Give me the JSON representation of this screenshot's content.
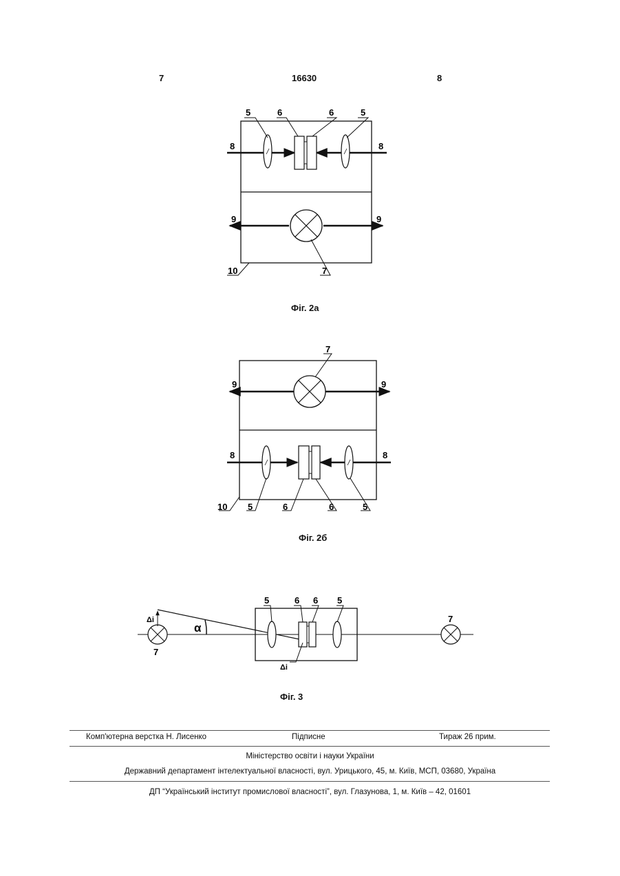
{
  "header": {
    "left_page": "7",
    "patent_number": "16630",
    "right_page": "8"
  },
  "figures": {
    "fig2a": {
      "caption": "Фіг. 2а",
      "labels": {
        "lens_left": "5",
        "plate_left": "6",
        "plate_right": "6",
        "lens_right": "5",
        "arrow_top_left": "8",
        "arrow_top_right": "8",
        "arrow_bottom_left": "9",
        "arrow_bottom_right": "9",
        "body": "10",
        "lamp": "7"
      }
    },
    "fig2b": {
      "caption": "Фіг. 2б",
      "labels": {
        "lamp": "7",
        "arrow_top_left": "9",
        "arrow_top_right": "9",
        "arrow_bottom_left": "8",
        "arrow_bottom_right": "8",
        "body": "10",
        "lens_left": "5",
        "plate_left": "6",
        "plate_right": "6",
        "lens_right": "5"
      }
    },
    "fig3": {
      "caption": "Фіг. 3",
      "labels": {
        "delta_left": "Δi",
        "alpha": "α",
        "lamp_left": "7",
        "lens_left": "5",
        "plate_left": "6",
        "plate_right": "6",
        "lens_right": "5",
        "delta_bottom": "Δi",
        "lamp_right": "7"
      }
    }
  },
  "footer": {
    "layout_by": "Комп'ютерна верстка Н. Лисенко",
    "signed": "Підписне",
    "circulation": "Тираж 26 прим.",
    "ministry": "Міністерство освіти і науки України",
    "department": "Державний департамент інтелектуальної власності, вул. Урицького, 45, м. Київ, МСП, 03680, Україна",
    "institute": "ДП “Український інститут промислової власності”, вул. Глазунова, 1, м. Київ – 42, 01601"
  }
}
